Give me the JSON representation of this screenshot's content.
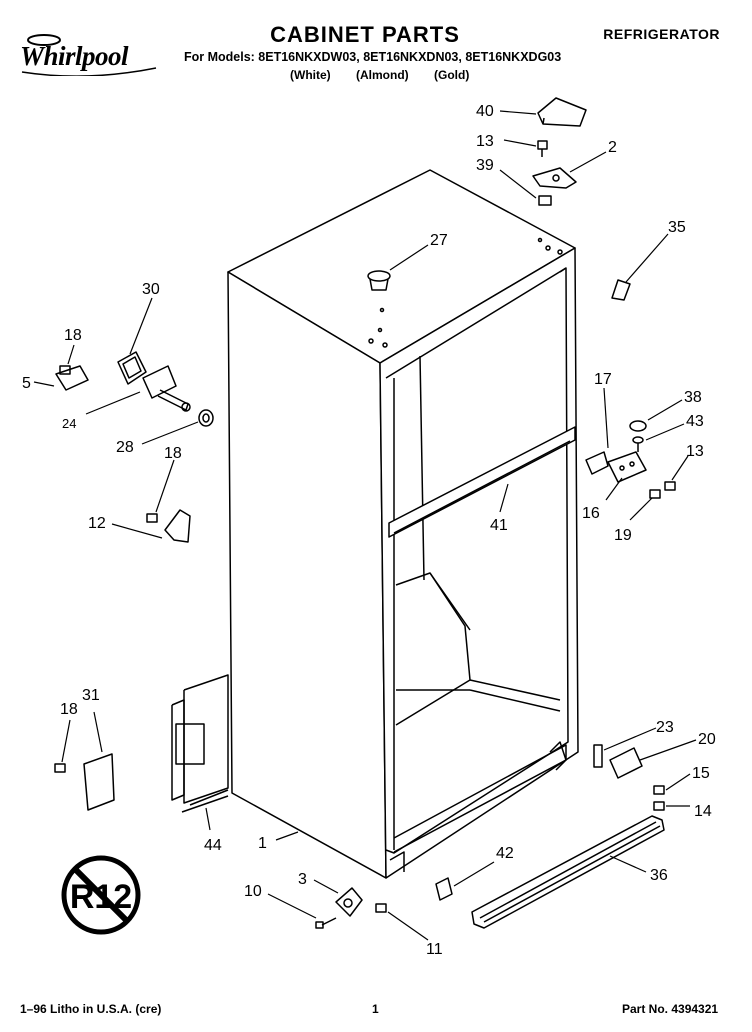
{
  "header": {
    "brand": "Whirlpool",
    "title": "CABINET PARTS",
    "category": "REFRIGERATOR",
    "models_line": "For Models: 8ET16NKXDW03, 8ET16NKXDN03, 8ET16NKXDG03",
    "variants": [
      "(White)",
      "(Almond)",
      "(Gold)"
    ]
  },
  "callouts": {
    "c40": "40",
    "c13a": "13",
    "c2": "2",
    "c39": "39",
    "c27": "27",
    "c35": "35",
    "c30": "30",
    "c18a": "18",
    "c5": "5",
    "c24": "24",
    "c28": "28",
    "c18b": "18",
    "c12": "12",
    "c17": "17",
    "c38": "38",
    "c43": "43",
    "c13b": "13",
    "c41": "41",
    "c16": "16",
    "c19": "19",
    "c18c": "18",
    "c31": "31",
    "c23": "23",
    "c20": "20",
    "c15": "15",
    "c14": "14",
    "c44": "44",
    "c1": "1",
    "c42": "42",
    "c36": "36",
    "c3": "3",
    "c10": "10",
    "c11": "11"
  },
  "badge": {
    "text": "R12"
  },
  "footer": {
    "litho": "1–96 Litho in U.S.A. (cre)",
    "page": "1",
    "part_no": "Part No. 4394321"
  }
}
